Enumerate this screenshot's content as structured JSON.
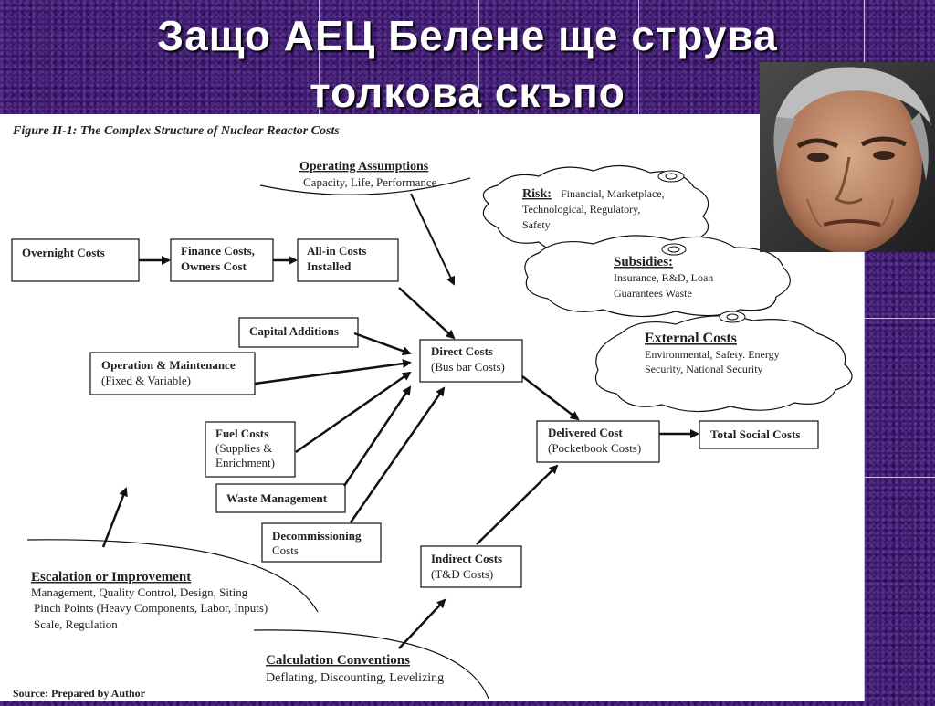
{
  "slide": {
    "title_line1": "Защо АЕЦ Белене ще струва",
    "title_line2": "толкова скъпо"
  },
  "figure": {
    "caption": "Figure II-1: The Complex Structure of Nuclear Reactor Costs",
    "source": "Source:  Prepared by Author",
    "operating_assumptions": {
      "title": "Operating Assumptions",
      "detail": "Capacity, Life, Performance"
    },
    "risk": {
      "title": "Risk:",
      "line1": "Financial, Marketplace,",
      "line2": "Technological, Regulatory,",
      "line3": "Safety"
    },
    "subsidies": {
      "title": "Subsidies:",
      "line1": "Insurance, R&D, Loan",
      "line2": "Guarantees Waste"
    },
    "external_costs": {
      "title": "External Costs",
      "line1": "Environmental, Safety. Energy",
      "line2": "Security, National Security"
    },
    "boxes": {
      "overnight": "Overnight Costs",
      "finance_1": "Finance Costs,",
      "finance_2": "Owners Cost",
      "allin_1": "All-in Costs",
      "allin_2": "Installed",
      "capital": "Capital Additions",
      "om_1": "Operation & Maintenance",
      "om_2": "(Fixed & Variable)",
      "direct_1": "Direct Costs",
      "direct_2": "(Bus bar Costs)",
      "fuel_1": "Fuel Costs",
      "fuel_2": "(Supplies &",
      "fuel_3": "Enrichment)",
      "waste": "Waste Management",
      "decom_1": "Decommissioning",
      "decom_2": "Costs",
      "delivered_1": "Delivered Cost",
      "delivered_2": "(Pocketbook Costs)",
      "total": "Total Social Costs",
      "indirect_1": "Indirect Costs",
      "indirect_2": "(T&D Costs)"
    },
    "escalation": {
      "title": "Escalation or Improvement",
      "line1": "Management, Quality Control, Design, Siting",
      "line2": "Pinch Points (Heavy Components, Labor, Inputs)",
      "line3": "Scale, Regulation"
    },
    "calculation": {
      "title": "Calculation Conventions",
      "detail": "Deflating, Discounting, Levelizing"
    }
  },
  "photo": {
    "icon": "portrait-photo"
  }
}
